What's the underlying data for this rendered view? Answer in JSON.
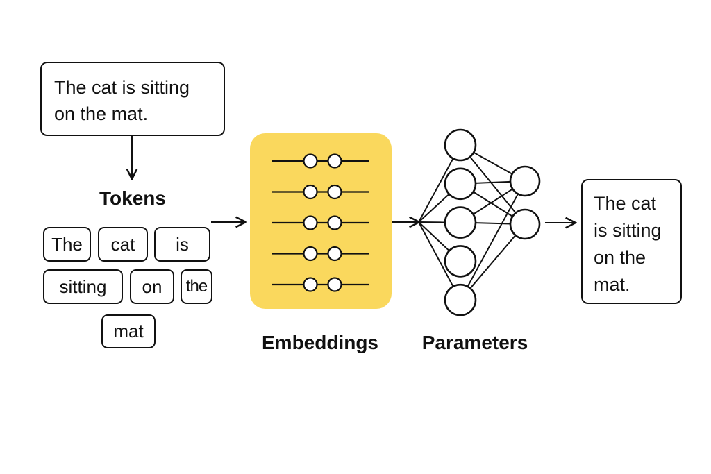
{
  "input": {
    "lines": [
      "The cat is sitting",
      "on the mat."
    ]
  },
  "tokens": {
    "title": "Tokens",
    "items": [
      "The",
      "cat",
      "is",
      "sitting",
      "on",
      "the",
      "mat"
    ]
  },
  "embeddings": {
    "label": "Embeddings",
    "color": "#FAD85D",
    "slider_count": 5
  },
  "parameters": {
    "label": "Parameters",
    "network": {
      "layer1_nodes": 5,
      "layer2_nodes": 2
    }
  },
  "output": {
    "lines": [
      "The cat",
      "is sitting",
      "on the",
      "mat."
    ]
  }
}
